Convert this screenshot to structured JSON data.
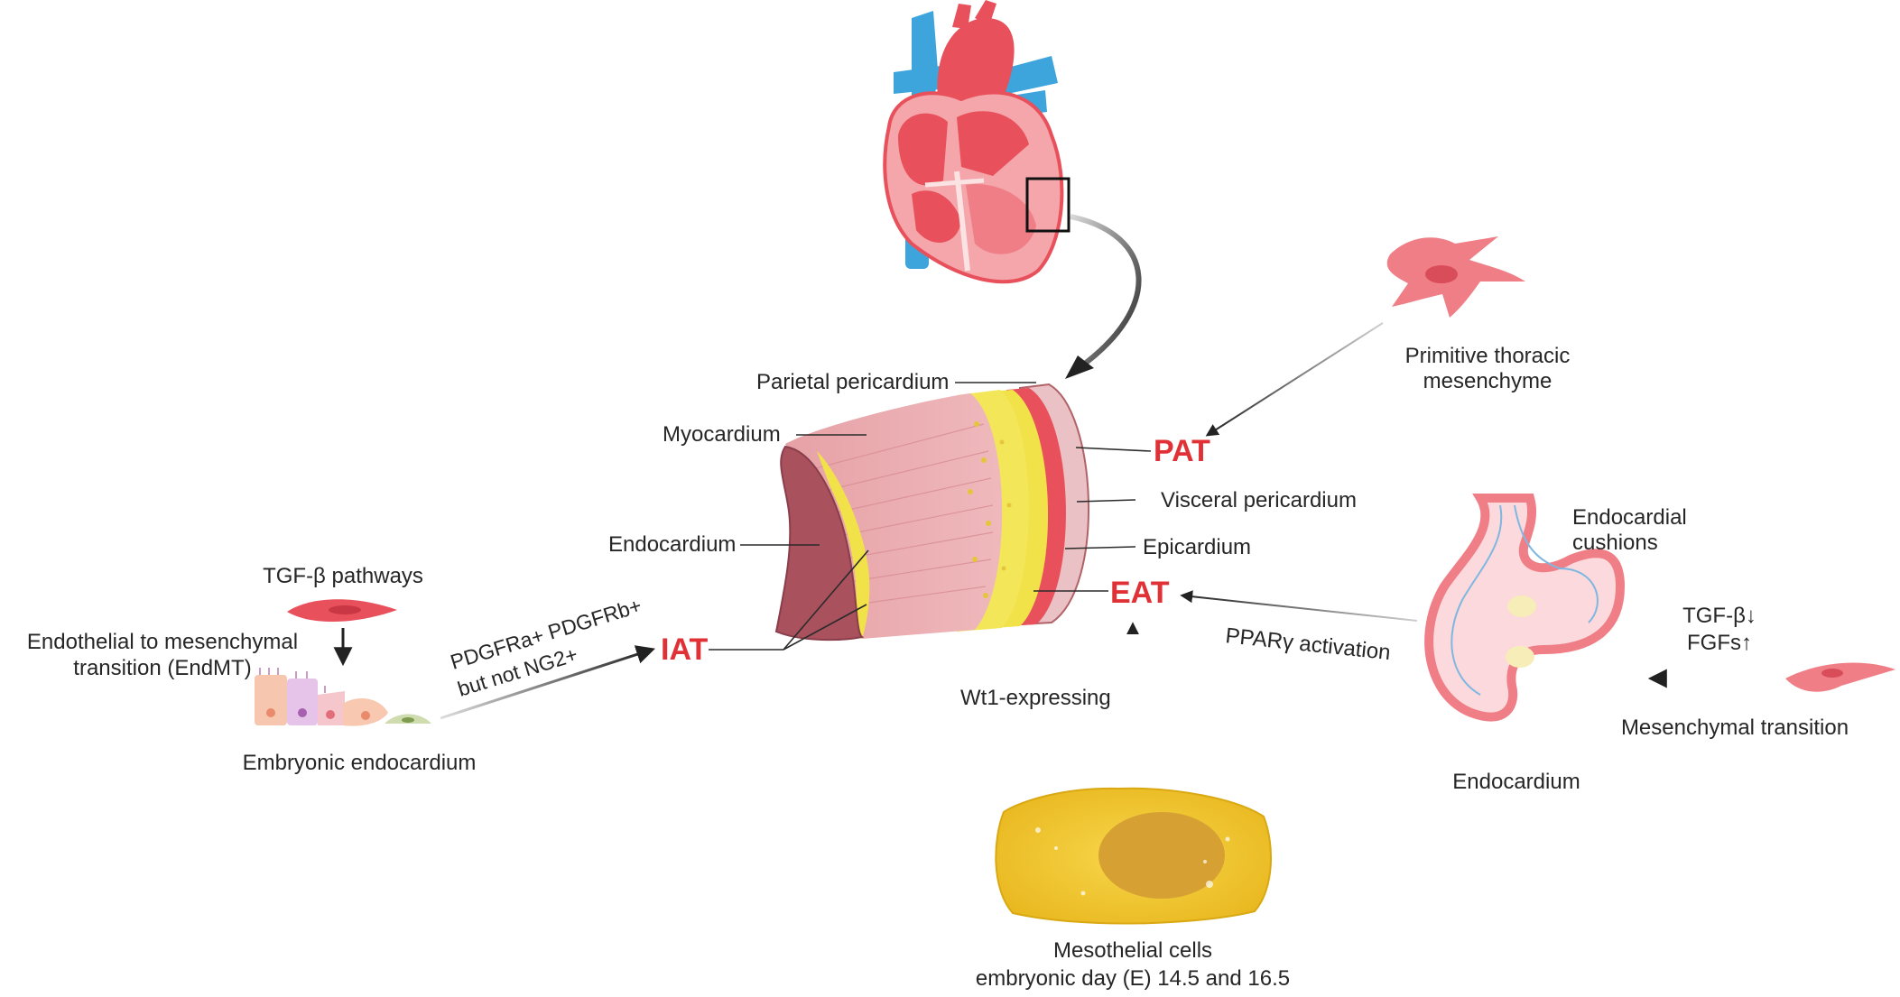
{
  "colors": {
    "accent_red": "#e03236",
    "heart_red": "#e8505b",
    "vessel_blue": "#3ea5dc",
    "fat_yellow": "#f2e24a",
    "muscle_pink": "#e8a3a8",
    "cell_pink": "#f07e86",
    "mesothelial_gold": "#f0c830"
  },
  "icons": {
    "heart": "heart-anatomy-icon",
    "tissue": "cardiac-wall-section-icon",
    "fibroblast": "mesenchymal-cell-icon",
    "cushions": "endocardial-cushion-icon",
    "mesothelial": "mesothelial-cell-icon"
  },
  "wall_labels": {
    "parietal_pericardium": "Parietal pericardium",
    "myocardium": "Myocardium",
    "endocardium": "Endocardium",
    "visceral_pericardium": "Visceral pericardium",
    "epicardium": "Epicardium"
  },
  "fat_depots": {
    "pat": "PAT",
    "eat": "EAT",
    "iat": "IAT"
  },
  "pat_source": {
    "line1": "Primitive thoracic",
    "line2": "mesenchyme"
  },
  "eat_sources": {
    "ppar": "PPARγ activation",
    "wt1": "Wt1-expressing",
    "mesothelial_line1": "Mesothelial cells",
    "mesothelial_line2": "embryonic day (E) 14.5 and 16.5"
  },
  "cushion_panel": {
    "cushions_line1": "Endocardial",
    "cushions_line2": "cushions",
    "endocardium": "Endocardium",
    "tgf": "TGF-β↓",
    "fgf": "FGFs↑",
    "mesenchymal": "Mesenchymal transition"
  },
  "iat_source": {
    "tgf_pathways": "TGF-β pathways",
    "endmt_line1": "Endothelial to mesenchymal",
    "endmt_line2": "transition (EndMT)",
    "embryonic_endocardium": "Embryonic endocardium",
    "markers_line1": "PDGFRa+ PDGFRb+",
    "markers_line2": "but not NG2+"
  }
}
